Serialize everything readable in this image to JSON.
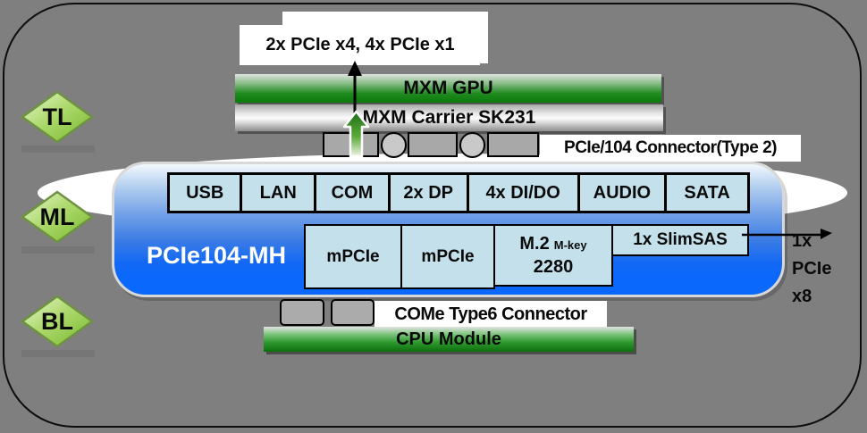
{
  "levels": {
    "items": [
      "TL",
      "ML",
      "BL"
    ]
  },
  "gpu_stack": {
    "pcie_lanes_label": "2x PCIe x4, 4x PCIe x1",
    "gpu_label": "MXM GPU",
    "carrier_label": "MXM Carrier SK231",
    "connector_label": "PCIe/104 Connector(Type 2)"
  },
  "board": {
    "title": "PCIe104-MH",
    "top_ports": [
      "USB",
      "LAN",
      "COM",
      "2x DP",
      "4x DI/DO",
      "AUDIO",
      "SATA"
    ],
    "sockets": {
      "mpcie1": "mPCIe",
      "mpcie2": "mPCIe",
      "m2_main": "M.2",
      "m2_key": "M-key",
      "m2_size": "2280",
      "slimsas": "1x SlimSAS"
    },
    "pcie_out": {
      "line1": "1x",
      "line2": "PCIe",
      "line3": "x8"
    }
  },
  "cpu_stack": {
    "connector_label": "COMe Type6 Connector",
    "cpu_label": "CPU Module"
  },
  "colors": {
    "background_gray": "#7f7f7f",
    "board_blue": "#0a68fc",
    "port_box_blue": "#c4e1eb",
    "gpu_green": "#0c7a0c",
    "cpu_green": "#0c6f0c",
    "diamond_green": "#7cba34",
    "ellipse_white": "#ffffff"
  }
}
